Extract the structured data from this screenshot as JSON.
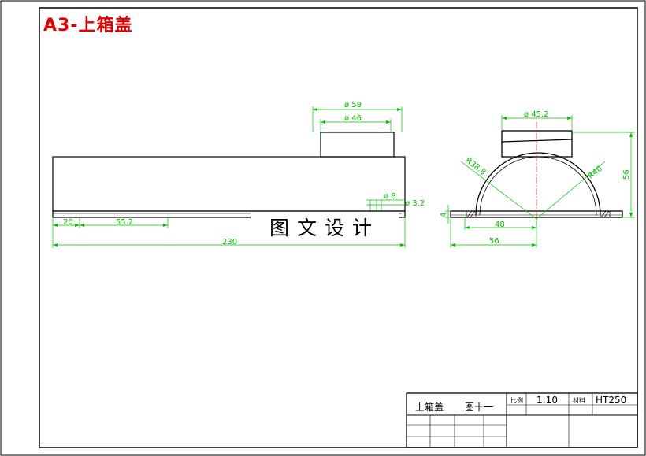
{
  "header": {
    "title": "A3-上箱盖"
  },
  "watermark": {
    "text": "图文设计"
  },
  "front_view": {
    "dims": {
      "d58": "ø 58",
      "d46": "ø 46",
      "d8": "ø 8",
      "d32": "ø 3.2",
      "l20": "20",
      "l552": "55.2",
      "l230": "230"
    }
  },
  "side_view": {
    "dims": {
      "d452": "ø 45.2",
      "r388": "R38.8",
      "r40": "R40",
      "h56": "56",
      "h4": "4",
      "w48": "48",
      "w56": "56"
    }
  },
  "title_block": {
    "part_name": "上箱盖",
    "figure_no": "图十一",
    "scale_label": "比例",
    "scale_value": "1:10",
    "material_label": "材料",
    "material_value": "HT250"
  },
  "colors": {
    "outline": "#000000",
    "dimension": "#00c000",
    "centerline": "#ff0000",
    "title": "#e00000"
  }
}
